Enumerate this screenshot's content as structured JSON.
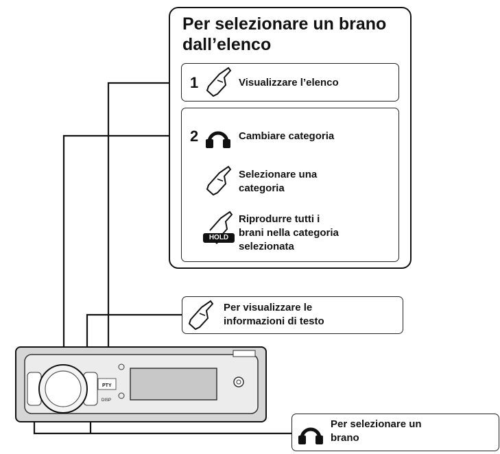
{
  "panel": {
    "title_line1": "Per selezionare un brano",
    "title_line2": "dall’elenco",
    "step1": {
      "number": "1",
      "icon": "press-hand-icon",
      "text": "Visualizzare l’elenco"
    },
    "step2": {
      "number": "2",
      "icon": "rotate-knob-icon",
      "text": "Cambiare categoria",
      "sub1_icon": "press-hand-icon",
      "sub1_line1": "Selezionare una",
      "sub1_line2": "categoria",
      "sub2_icon": "hold-hand-icon",
      "sub2_badge": "HOLD",
      "sub2_line1": "Riprodurre tutti i",
      "sub2_line2": "brani nella categoria",
      "sub2_line3": "selezionata"
    }
  },
  "callout_text": {
    "icon": "press-hand-icon",
    "line1": "Per visualizzare le",
    "line2": "informazioni di testo"
  },
  "callout_track": {
    "icon": "rotate-knob-icon",
    "line1": "Per selezionare un",
    "line2": "brano"
  },
  "device": {
    "button_pty": "PTY",
    "button_disp": "DISP"
  }
}
